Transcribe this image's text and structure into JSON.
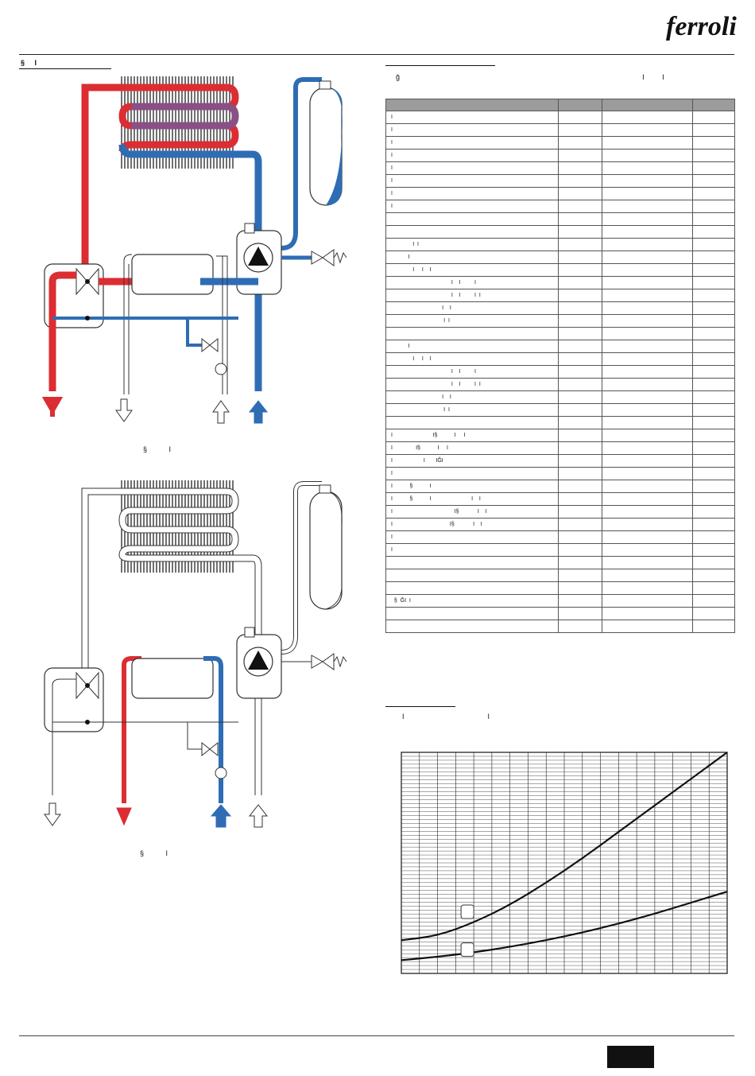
{
  "brand": {
    "logo_text": "ferroli"
  },
  "left_section": {
    "heading": "§     I"
  },
  "diagram_top": {
    "caption": "§           I"
  },
  "diagram_bottom": {
    "caption": "§           I"
  },
  "right_section": {
    "heading": "",
    "intro": "ğ                                                                                                                          I         I"
  },
  "table": {
    "header": [
      "",
      "",
      "",
      ""
    ],
    "rows": [
      [
        "I",
        "",
        "",
        ""
      ],
      [
        "I",
        "",
        "",
        ""
      ],
      [
        "I",
        "",
        "",
        ""
      ],
      [
        "I",
        "",
        "",
        ""
      ],
      [
        "I",
        "",
        "",
        ""
      ],
      [
        "I",
        "",
        "",
        ""
      ],
      [
        "I",
        "",
        "",
        ""
      ],
      [
        "I",
        "",
        "",
        ""
      ],
      [
        "",
        "",
        "",
        ""
      ],
      [
        "",
        "",
        "",
        ""
      ],
      [
        "              I  I",
        "",
        "",
        ""
      ],
      [
        "           I",
        "",
        "",
        ""
      ],
      [
        "              I     I    I",
        "",
        "",
        ""
      ],
      [
        "                                       I    I         I",
        "",
        "",
        ""
      ],
      [
        "                                       I    I         I  I",
        "",
        "",
        ""
      ],
      [
        "                                 I    I",
        "",
        "",
        ""
      ],
      [
        "                                  I  I",
        "",
        "",
        ""
      ],
      [
        "",
        "",
        "",
        ""
      ],
      [
        "           I",
        "",
        "",
        ""
      ],
      [
        "              I     I    I",
        "",
        "",
        ""
      ],
      [
        "                                       I    I         I",
        "",
        "",
        ""
      ],
      [
        "                                       I    I         I  I",
        "",
        "",
        ""
      ],
      [
        "                                 I    I",
        "",
        "",
        ""
      ],
      [
        "                                  I  I",
        "",
        "",
        ""
      ],
      [
        "",
        "",
        "",
        ""
      ],
      [
        "I                          I§           I     I",
        "",
        "",
        ""
      ],
      [
        "I               I§           I     I",
        "",
        "",
        ""
      ],
      [
        "I                    I       IĞI",
        "",
        "",
        ""
      ],
      [
        "I",
        "",
        "",
        ""
      ],
      [
        "I           §           I",
        "",
        "",
        ""
      ],
      [
        "I           §           I                          I    I",
        "",
        "",
        ""
      ],
      [
        "I                                        I§            I    I",
        "",
        "",
        ""
      ],
      [
        "I                                     I§            I    I",
        "",
        "",
        ""
      ],
      [
        "I",
        "",
        "",
        ""
      ],
      [
        "I",
        "",
        "",
        ""
      ],
      [
        "",
        "",
        "",
        ""
      ],
      [
        "",
        "",
        "",
        ""
      ],
      [
        "",
        "",
        "",
        ""
      ],
      [
        "  §  ĞI  I",
        "",
        "",
        ""
      ],
      [
        "",
        "",
        "",
        ""
      ],
      [
        "",
        "",
        "",
        ""
      ]
    ]
  },
  "chart_section": {
    "heading": "",
    "intro": "I                                          I"
  },
  "chart_data": {
    "type": "line",
    "title": "",
    "xlabel": "",
    "ylabel": "",
    "x": [
      0,
      1,
      2,
      3,
      4,
      5,
      6,
      7,
      8,
      9
    ],
    "xlim": [
      0,
      9
    ],
    "ylim": [
      0,
      100
    ],
    "grid": true,
    "series": [
      {
        "label_box": "",
        "values": [
          15,
          17,
          23,
          31,
          41,
          52,
          64,
          76,
          88,
          100
        ],
        "color": "#111111"
      },
      {
        "label_box": "",
        "values": [
          6,
          7.5,
          9.5,
          12,
          15,
          18.5,
          22.5,
          27,
          32,
          37
        ],
        "color": "#111111"
      }
    ]
  },
  "colors": {
    "hot": "#dc2d32",
    "cold": "#2e6db4",
    "mixed": "#8a4f84",
    "neutral": "#ffffff",
    "outline": "#333333"
  },
  "footer": {
    "page_number": ""
  }
}
